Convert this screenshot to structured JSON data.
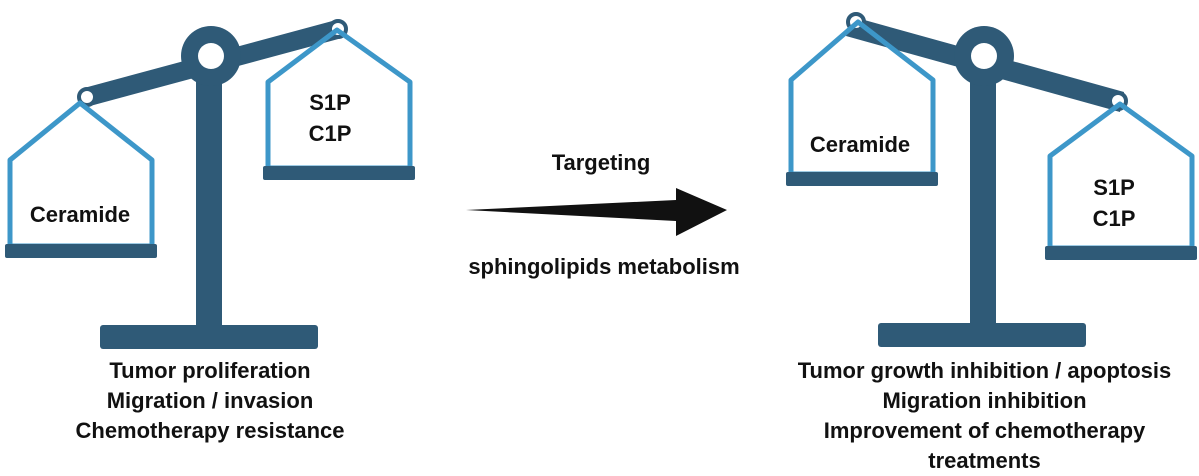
{
  "left_scale": {
    "heavy_pan_label": "Ceramide",
    "light_pan_labels": [
      "S1P",
      "C1P"
    ],
    "outcomes": [
      "Tumor proliferation",
      "Migration / invasion",
      "Chemotherapy resistance"
    ]
  },
  "arrow": {
    "label_top": "Targeting",
    "label_bottom": "sphingolipids metabolism"
  },
  "right_scale": {
    "light_pan_label": "Ceramide",
    "heavy_pan_labels": [
      "S1P",
      "C1P"
    ],
    "outcomes": [
      "Tumor growth inhibition / apoptosis",
      "Migration inhibition",
      "Improvement of chemotherapy",
      "treatments"
    ]
  },
  "colors": {
    "scale_body": "#2f5a77",
    "pan_outline": "#3d97c9",
    "arrow": "#111111"
  }
}
